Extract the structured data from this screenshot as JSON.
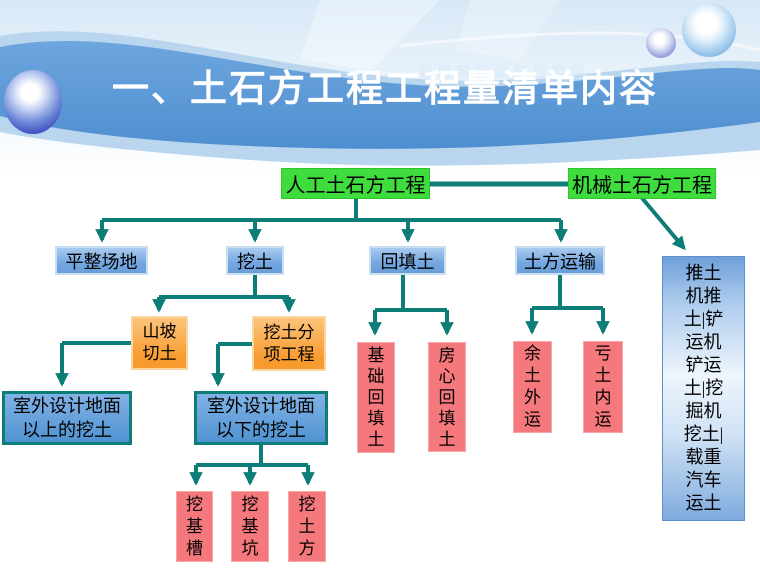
{
  "slide": {
    "title": "一、土石方工程工程量清单内容"
  },
  "colors": {
    "teal": "#0d7d77",
    "green": "#3edc3c",
    "blue2": "#74a7e0",
    "orange": "#f89b2e",
    "deepblue": "#4f93d2",
    "pink": "#f4787c",
    "band": "#5b9bd5",
    "bandlight": "#b9d6ee"
  },
  "flowchart": {
    "manual": "人工土石方工程",
    "mechanical": "机械土石方工程",
    "site_leveling": "平整场地",
    "digging": "挖土",
    "backfill": "回填土",
    "transport": "土方运输",
    "hillside_cut": "山坡\n切土",
    "digging_sub_project": "挖土分\n项工程",
    "above_design_ground": "室外设计地面\n以上的挖土",
    "below_design_ground": "室外设计地面\n以下的挖土",
    "dig_trench": "挖\n基\n槽",
    "dig_pit": "挖\n基\n坑",
    "dig_earth": "挖\n土\n方",
    "foundation_backfill": "基\n础\n回\n填\n土",
    "room_backfill": "房\n心\n回\n填\n土",
    "surplus_soil_out": "余\n土\n外\n运",
    "deficit_soil_in": "亏\n土\n内\n运",
    "mechanical_methods": "推土\n机推\n土|铲\n运机\n铲运\n土|挖\n掘机\n挖土|\n载重\n汽车\n运土"
  }
}
